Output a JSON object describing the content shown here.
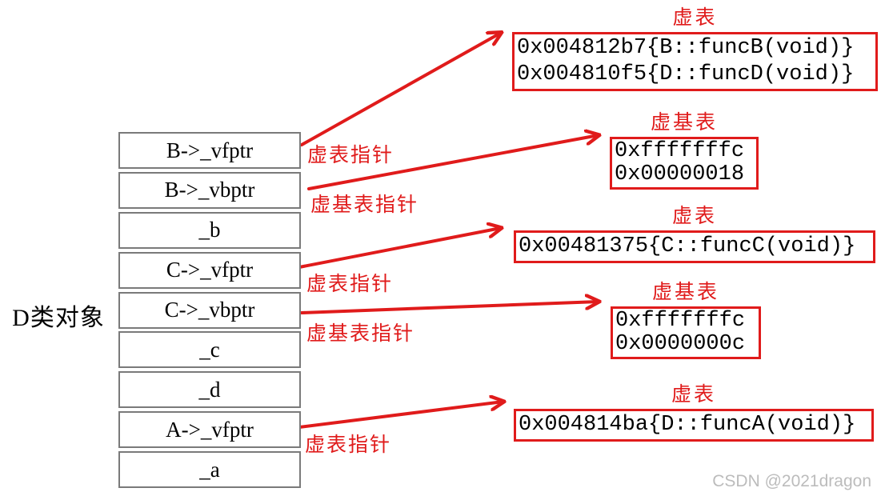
{
  "object_label": "D类对象",
  "memory_table": {
    "rows": [
      "B->_vfptr",
      "B->_vbptr",
      "_b",
      "C->_vfptr",
      "C->_vbptr",
      "_c",
      "_d",
      "A->_vfptr",
      "_a"
    ]
  },
  "pointer_labels": [
    {
      "text": "虚表指针"
    },
    {
      "text": "虚基表指针"
    },
    {
      "text": "虚表指针"
    },
    {
      "text": "虚基表指针"
    },
    {
      "text": "虚表指针"
    }
  ],
  "vtables": [
    {
      "title": "虚表",
      "entries": [
        "0x004812b7{B::funcB(void)}",
        "0x004810f5{D::funcD(void)}"
      ]
    },
    {
      "title": "虚基表",
      "entries": [
        "0xfffffffc",
        "0x00000018"
      ]
    },
    {
      "title": "虚表",
      "entries": [
        "0x00481375{C::funcC(void)}"
      ]
    },
    {
      "title": "虚基表",
      "entries": [
        "0xfffffffc",
        "0x0000000c"
      ]
    },
    {
      "title": "虚表",
      "entries": [
        "0x004814ba{D::funcA(void)}"
      ]
    }
  ],
  "watermark": "CSDN @2021dragon",
  "colors": {
    "red": "#e01b1b",
    "table_border": "#7a7a7a",
    "watermark": "#bcbcbc"
  }
}
